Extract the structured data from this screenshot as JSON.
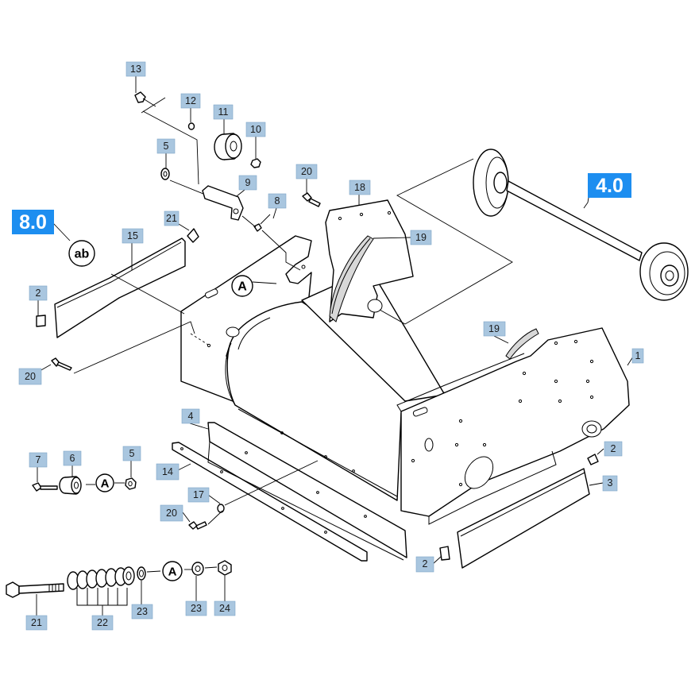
{
  "assemblies": [
    "8.0",
    "4.0"
  ],
  "markers": {
    "a": "A",
    "ab": "ab"
  },
  "callouts": [
    "13",
    "12",
    "11",
    "10",
    "5",
    "9",
    "8",
    "20",
    "18",
    "19",
    "15",
    "21",
    "2",
    "20",
    "1",
    "19",
    "4",
    "7",
    "6",
    "5",
    "14",
    "17",
    "20",
    "2",
    "2",
    "3",
    "21",
    "22",
    "23",
    "23",
    "24"
  ]
}
